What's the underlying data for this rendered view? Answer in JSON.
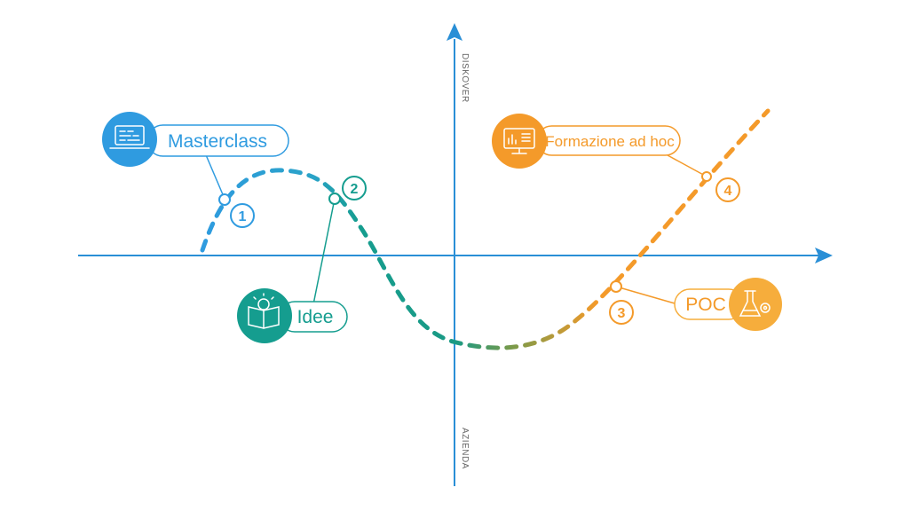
{
  "axes": {
    "top_label": "DISKOVER",
    "bottom_label": "AZIENDA"
  },
  "colors": {
    "axis": "#2a8fd6",
    "blue": "#2f9be0",
    "teal": "#159d8f",
    "olive": "#6e9a4a",
    "orange": "#f49a2a",
    "orange_light": "#f6ad3c"
  },
  "steps": [
    {
      "number": "1",
      "label": "Masterclass",
      "icon": "laptop-code-icon",
      "color": "#2f9be0"
    },
    {
      "number": "2",
      "label": "Idee",
      "icon": "lightbulb-book-icon",
      "color": "#159d8f"
    },
    {
      "number": "3",
      "label": "POC",
      "icon": "flask-gear-icon",
      "color": "#f6ad3c"
    },
    {
      "number": "4",
      "label": "Formazione ad hoc",
      "icon": "monitor-chart-icon",
      "color": "#f49a2a"
    }
  ]
}
